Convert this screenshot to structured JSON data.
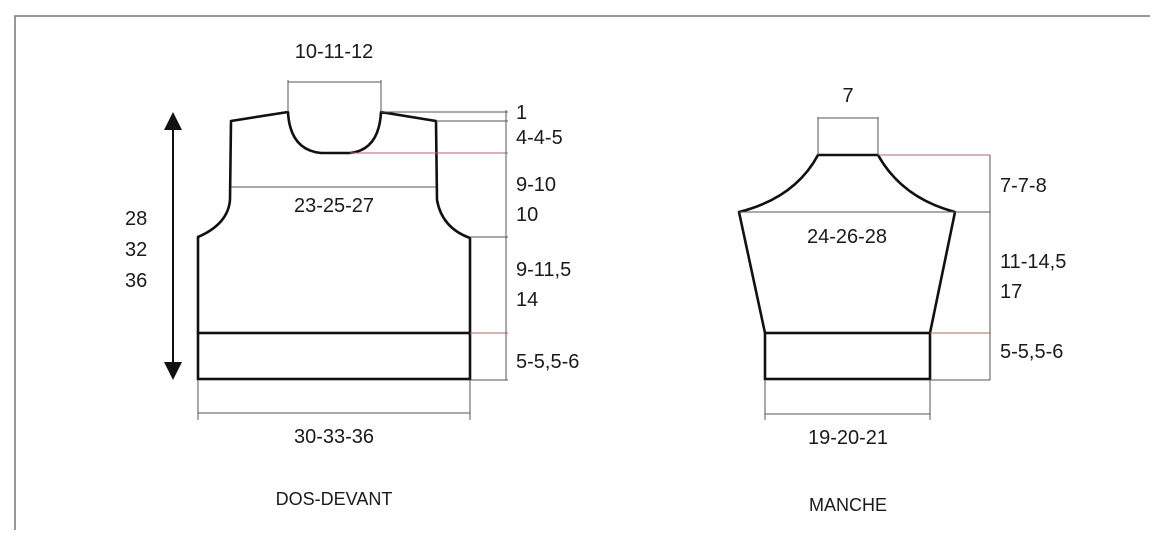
{
  "colors": {
    "line": "#111111",
    "guide": "#555555",
    "accent": "#b46a6a",
    "frame": "#777777"
  },
  "front": {
    "title": "DOS-DEVANT",
    "neck_width": "10-11-12",
    "shoulder_drop": "1",
    "neck_depth": "4-4-5",
    "armhole_label": "23-25-27",
    "armhole_height": [
      "9-10",
      "10"
    ],
    "side_height": [
      "9-11,5",
      "14"
    ],
    "rib_height": "5-5,5-6",
    "width": "30-33-36",
    "total_length": [
      "28",
      "32",
      "36"
    ]
  },
  "sleeve": {
    "title": "MANCHE",
    "top_width": "7",
    "cap_height": "7-7-8",
    "width_label": "24-26-28",
    "body_height": [
      "11-14,5",
      "17"
    ],
    "rib_height": "5-5,5-6",
    "cuff_width": "19-20-21"
  },
  "icons": {
    "length_arrow": "double-arrow-vertical-icon"
  }
}
